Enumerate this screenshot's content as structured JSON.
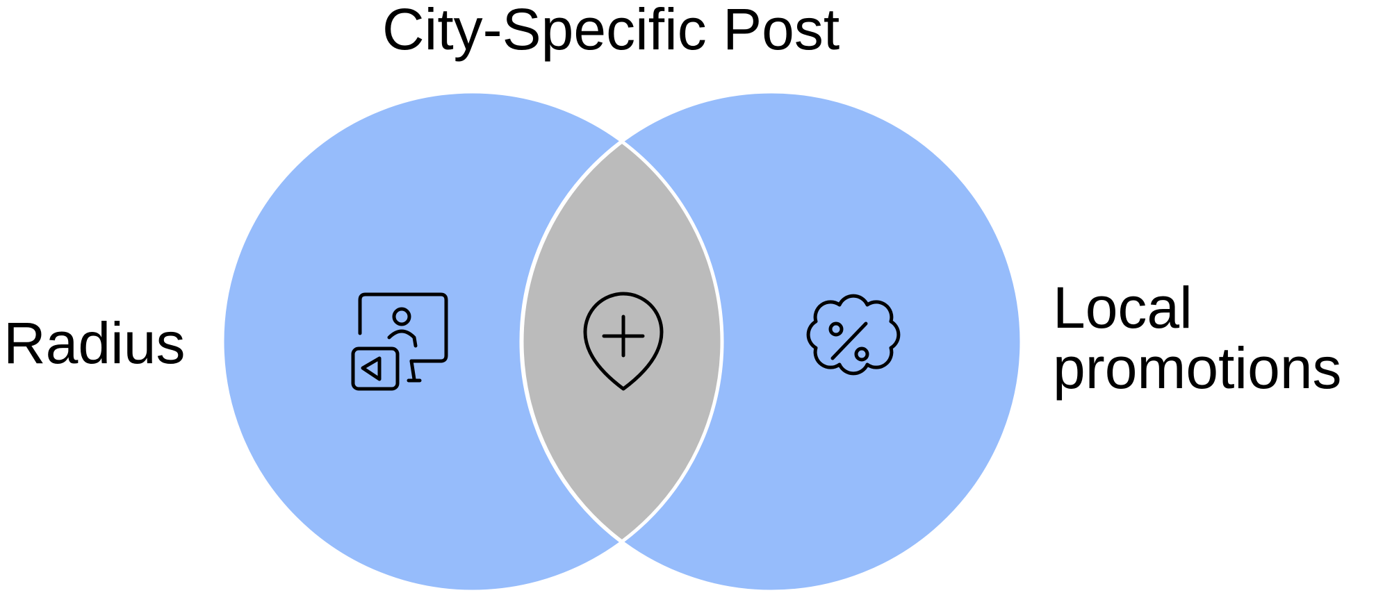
{
  "diagram": {
    "title": "City-Specific Post",
    "left_set": "Radius",
    "right_set_line1": "Local",
    "right_set_line2": "promotions"
  },
  "colors": {
    "circle_fill": "#96bcfb",
    "intersection_fill": "#bbbbbb",
    "outline": "#ffffff",
    "icon_stroke": "#000000"
  },
  "icons": {
    "left": "user-monitor-video-icon",
    "intersection": "map-pin-plus-icon",
    "right": "percent-badge-icon"
  }
}
